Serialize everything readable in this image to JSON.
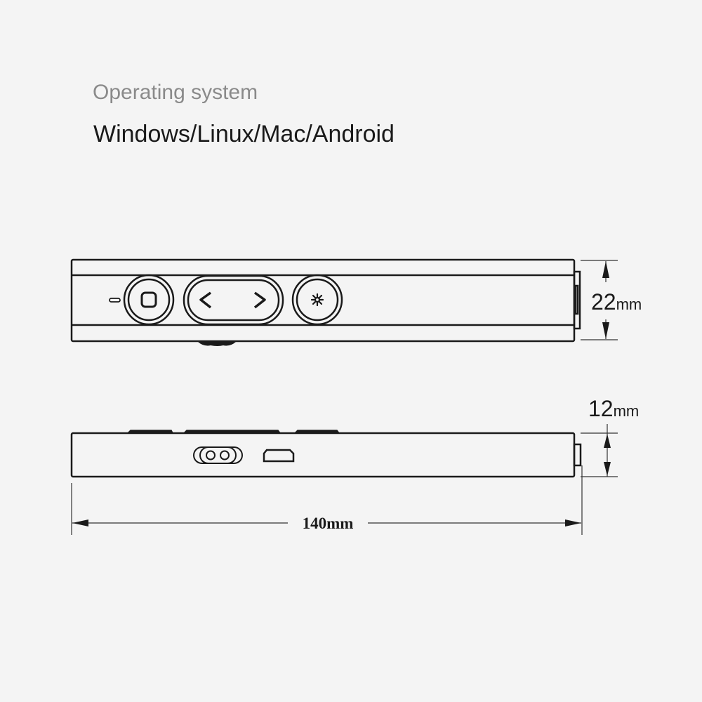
{
  "header": {
    "label": "Operating system",
    "value": "Windows/Linux/Mac/Android"
  },
  "dimensions": {
    "width": {
      "number": "22",
      "unit": "mm"
    },
    "height": {
      "number": "12",
      "unit": "mm"
    },
    "length": "140mm"
  },
  "colors": {
    "background": "#f4f4f4",
    "line": "#1a1a1a",
    "label_gray": "#8a8a8a"
  }
}
